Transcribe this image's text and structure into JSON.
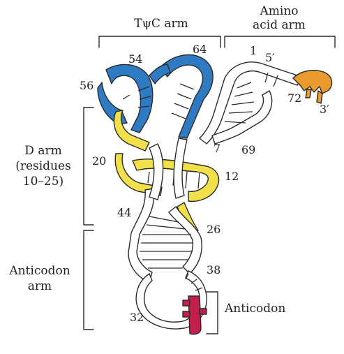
{
  "labels": {
    "tpsic_arm": "TψC arm",
    "amino_acid_arm_line1": "Amino",
    "amino_acid_arm_line2": "acid arm",
    "d_arm_line1": "D arm",
    "d_arm_line2": "(residues",
    "d_arm_line3": "10–25)",
    "anticodon_arm_line1": "Anticodon",
    "anticodon_arm_line2": "arm",
    "anticodon": "Anticodon"
  },
  "residues": {
    "r54": "54",
    "r64": "64",
    "r1": "1",
    "five_prime": "5′",
    "r56": "56",
    "r72": "72",
    "three_prime": "3′",
    "r7": "7",
    "r69": "69",
    "r20": "20",
    "r12": "12",
    "r44": "44",
    "r26": "26",
    "r38": "38",
    "r32": "32"
  },
  "colors": {
    "tpsic_arm": "#2e7bc4",
    "d_arm": "#f2e04a",
    "acceptor_end": "#e89a2c",
    "anticodon": "#c21f4e",
    "outline": "#2a2a2a"
  }
}
